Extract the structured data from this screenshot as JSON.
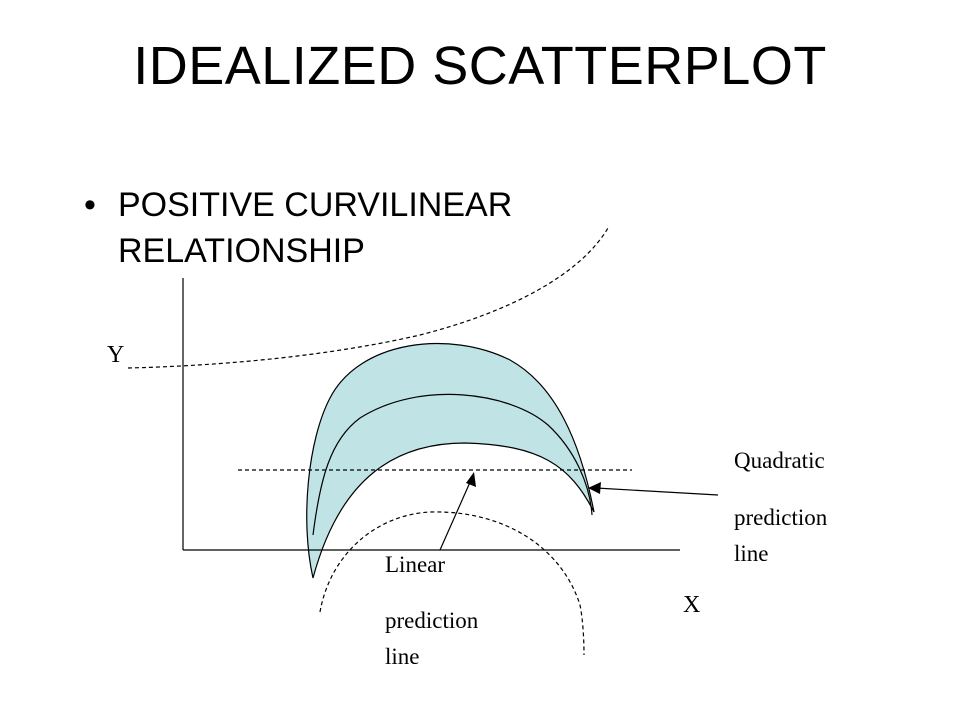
{
  "slide": {
    "title": "IDEALIZED SCATTERPLOT",
    "bullet_symbol": "•",
    "bullet_lines": [
      "POSITIVE CURVILINEAR",
      "RELATIONSHIP"
    ]
  },
  "diagram": {
    "y_axis_label": "Y",
    "x_axis_label": "X",
    "band_fill": "#c0e4e5",
    "line_color": "#000000",
    "quadratic_label": [
      "Quadratic",
      "prediction",
      "line"
    ],
    "linear_label": [
      "Linear",
      "prediction",
      "line"
    ]
  }
}
